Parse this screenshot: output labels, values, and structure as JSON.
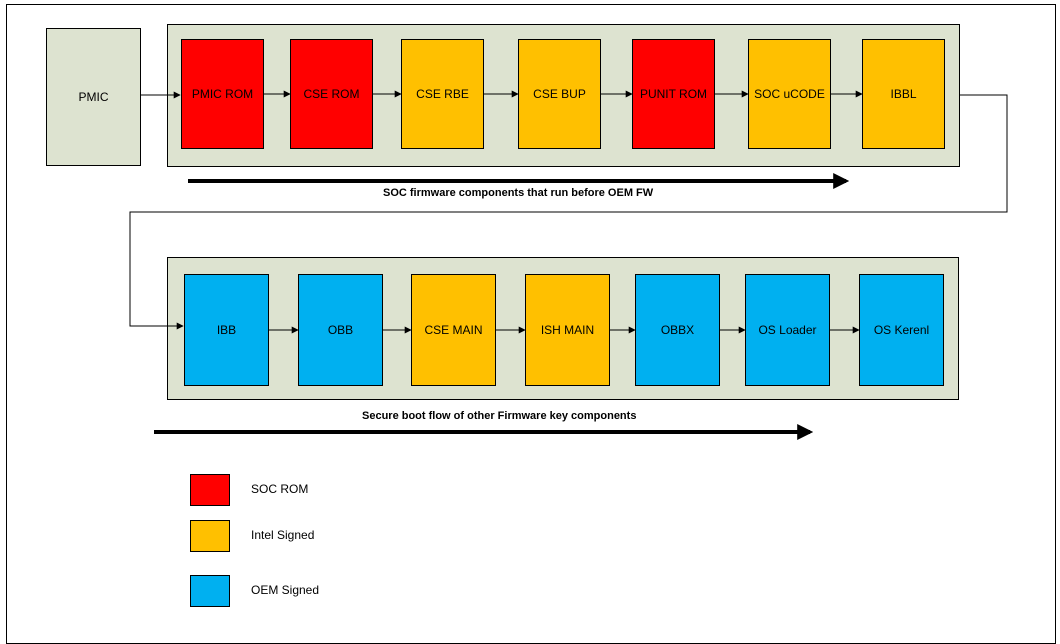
{
  "colors": {
    "soc_rom": "#ff0000",
    "intel_signed": "#ffc000",
    "oem_signed": "#00b0f0",
    "panel": "#dde3d0"
  },
  "pmic": {
    "label": "PMIC"
  },
  "row1": {
    "boxes": [
      {
        "label": "PMIC ROM",
        "kind": "soc_rom"
      },
      {
        "label": "CSE ROM",
        "kind": "soc_rom"
      },
      {
        "label": "CSE RBE",
        "kind": "intel_signed"
      },
      {
        "label": "CSE BUP",
        "kind": "intel_signed"
      },
      {
        "label": "PUNIT ROM",
        "kind": "soc_rom"
      },
      {
        "label": "SOC uCODE",
        "kind": "intel_signed"
      },
      {
        "label": "IBBL",
        "kind": "intel_signed"
      }
    ],
    "caption": "SOC firmware components that run before OEM FW"
  },
  "row2": {
    "boxes": [
      {
        "label": "IBB",
        "kind": "oem_signed"
      },
      {
        "label": "OBB",
        "kind": "oem_signed"
      },
      {
        "label": "CSE MAIN",
        "kind": "intel_signed"
      },
      {
        "label": "ISH MAIN",
        "kind": "intel_signed"
      },
      {
        "label": "OBBX",
        "kind": "oem_signed"
      },
      {
        "label": "OS Loader",
        "kind": "oem_signed"
      },
      {
        "label": "OS Kerenl",
        "kind": "oem_signed"
      }
    ],
    "caption": "Secure boot flow of other Firmware key components"
  },
  "legend": [
    {
      "label": "SOC ROM",
      "kind": "soc_rom"
    },
    {
      "label": "Intel Signed",
      "kind": "intel_signed"
    },
    {
      "label": "OEM Signed",
      "kind": "oem_signed"
    }
  ]
}
